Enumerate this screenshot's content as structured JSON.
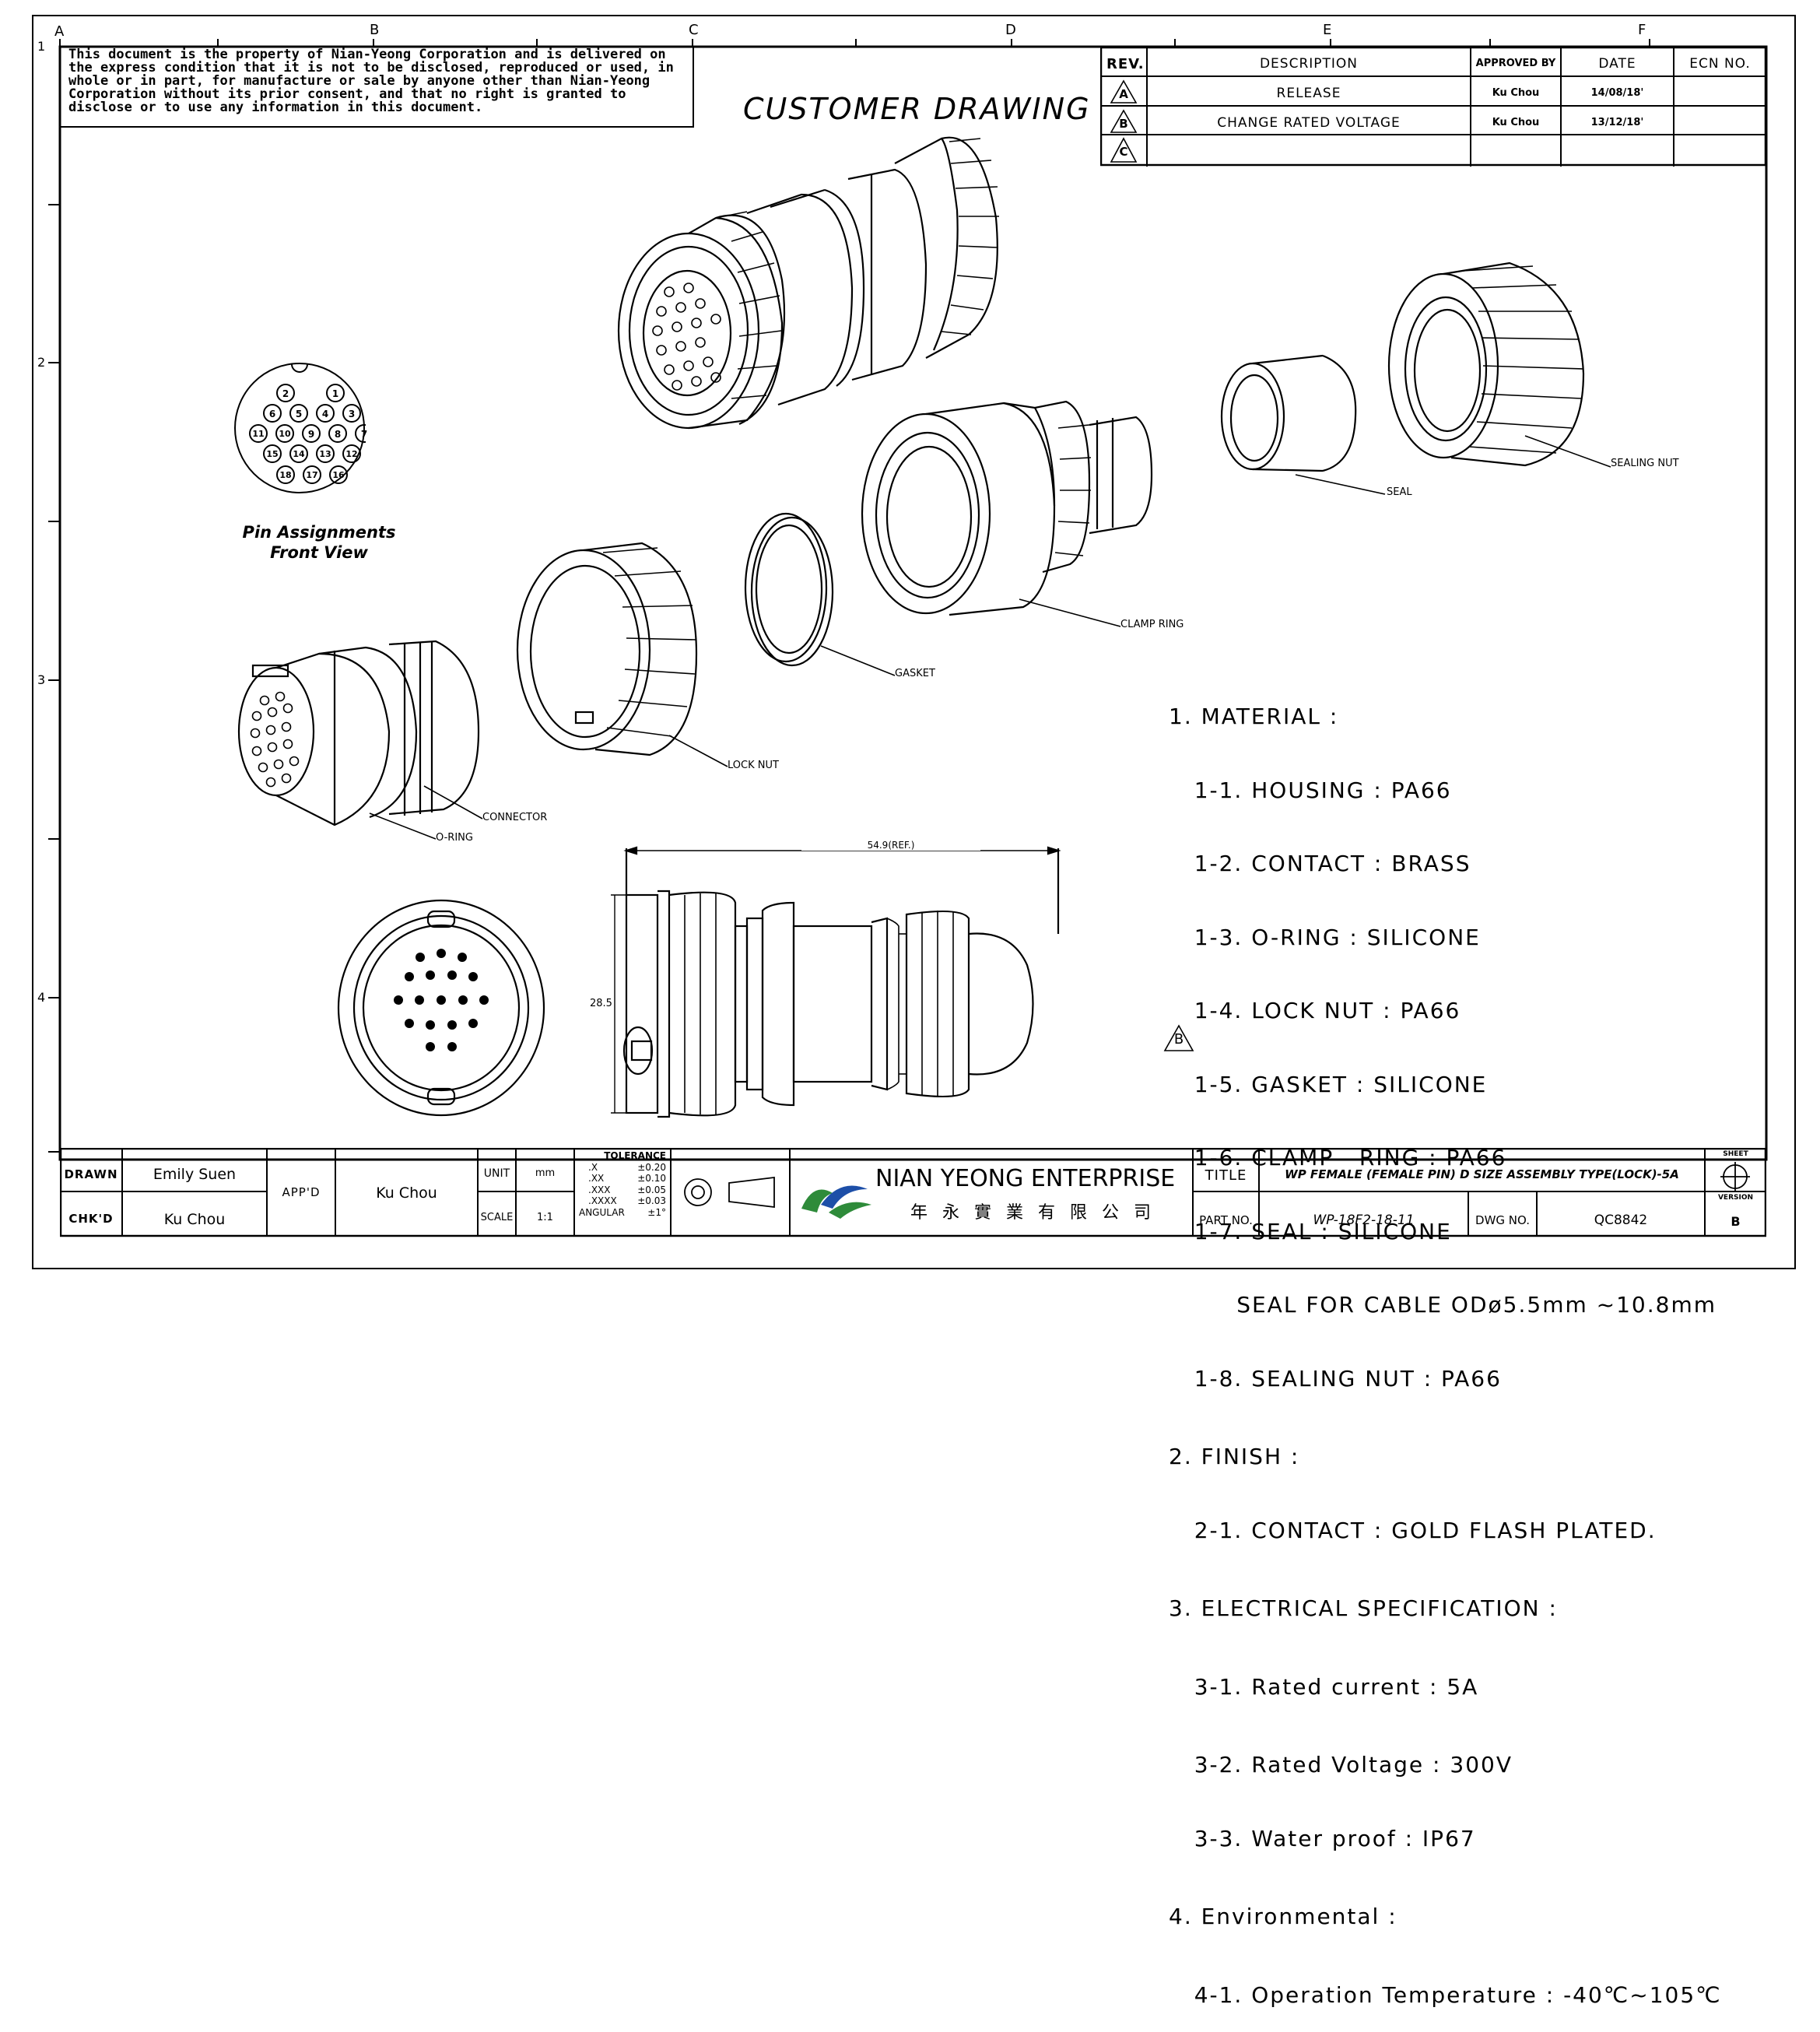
{
  "notice": "This document is the property of Nian-Yeong Corporation and is delivered on the express condition that it is not to be disclosed, reproduced or used, in whole or in part, for manufacture or sale by anyone other than Nian-Yeong Corporation without its prior consent, and that no right is granted to disclose or to use any information in this document.",
  "drawing_title": "CUSTOMER DRAWING",
  "zone_cols": [
    "A",
    "B",
    "C",
    "D",
    "E",
    "F"
  ],
  "zone_rows": [
    "1",
    "2",
    "3",
    "4"
  ],
  "revision_table": {
    "headers": [
      "REV.",
      "DESCRIPTION",
      "APPROVED BY",
      "DATE",
      "ECN NO."
    ],
    "rows": [
      {
        "rev": "A",
        "description": "RELEASE",
        "approved_by": "Ku Chou",
        "date": "14/08/18'",
        "ecn": ""
      },
      {
        "rev": "B",
        "description": "CHANGE RATED VOLTAGE",
        "approved_by": "Ku Chou",
        "date": "13/12/18'",
        "ecn": ""
      },
      {
        "rev": "C",
        "description": "",
        "approved_by": "",
        "date": "",
        "ecn": ""
      }
    ]
  },
  "pin_assignment": {
    "pins_row1": [
      "2",
      "1"
    ],
    "pins_row2": [
      "6",
      "5",
      "4",
      "3"
    ],
    "pins_row3": [
      "11",
      "10",
      "9",
      "8",
      "7"
    ],
    "pins_row4": [
      "15",
      "14",
      "13",
      "12"
    ],
    "pins_row5": [
      "18",
      "17",
      "16"
    ],
    "label_line1": "Pin Assignments",
    "label_line2": "Front View"
  },
  "part_labels": {
    "sealing_nut": "SEALING NUT",
    "seal": "SEAL",
    "clamp_ring": "CLAMP RING",
    "gasket": "GASKET",
    "lock_nut": "LOCK NUT",
    "connector": "CONNECTOR",
    "o_ring": "O-RING"
  },
  "dimensions": {
    "length": "54.9(REF.)",
    "diameter": "28.5"
  },
  "notes": [
    "1. MATERIAL :",
    "   1-1. HOUSING : PA66",
    "   1-2. CONTACT : BRASS",
    "   1-3. O-RING : SILICONE",
    "   1-4. LOCK NUT : PA66",
    "   1-5. GASKET : SILICONE",
    "   1-6. CLAMP   RING : PA66",
    "   1-7. SEAL : SILICONE",
    "        SEAL FOR CABLE ODø5.5mm ~10.8mm",
    "   1-8. SEALING NUT : PA66",
    "2. FINISH :",
    "   2-1. CONTACT : GOLD FLASH PLATED.",
    "3. ELECTRICAL SPECIFICATION :",
    "   3-1. Rated current : 5A",
    "   3-2. Rated Voltage : 300V",
    "   3-3. Water proof : IP67",
    "4. Environmental :",
    "   4-1. Operation Temperature : -40℃~105℃"
  ],
  "note_revision_mark": "B",
  "title_block": {
    "drawn_label": "DRAWN",
    "drawn_value": "Emily Suen",
    "chkd_label": "CHK'D",
    "chkd_value": "Ku Chou",
    "appd_label": "APP'D",
    "appd_value": "Ku Chou",
    "unit_label": "UNIT",
    "unit_value": "mm",
    "scale_label": "SCALE",
    "scale_value": "1:1",
    "tolerance_title": "TOLERANCE",
    "tolerances": [
      {
        "k": ".X",
        "v": "±0.20"
      },
      {
        "k": ".XX",
        "v": "±0.10"
      },
      {
        "k": ".XXX",
        "v": "±0.05"
      },
      {
        "k": ".XXXX",
        "v": "±0.03"
      }
    ],
    "angular_label": "ANGULAR",
    "angular_value": "±1°",
    "company_name": "NIAN YEONG ENTERPRISE",
    "company_chinese": "年 永 實 業 有 限 公 司",
    "title_label": "TITLE",
    "title_value": "WP FEMALE (FEMALE PIN) D SIZE ASSEMBLY TYPE(LOCK)-5A",
    "sheet_label": "SHEET",
    "part_no_label": "PART NO.",
    "part_no_value": "WP-18F2-18-11",
    "dwg_no_label": "DWG NO.",
    "dwg_no_value": "QC8842",
    "version_label": "VERSION",
    "version_value": "B"
  },
  "colors": {
    "ink": "#000000",
    "logo_green": "#2e8b3a",
    "logo_blue": "#1d4fa8"
  }
}
